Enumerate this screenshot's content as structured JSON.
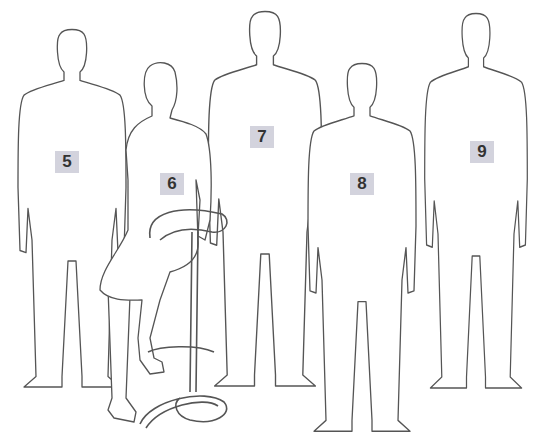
{
  "diagram": {
    "labels": [
      "5",
      "6",
      "7",
      "8",
      "9"
    ]
  }
}
